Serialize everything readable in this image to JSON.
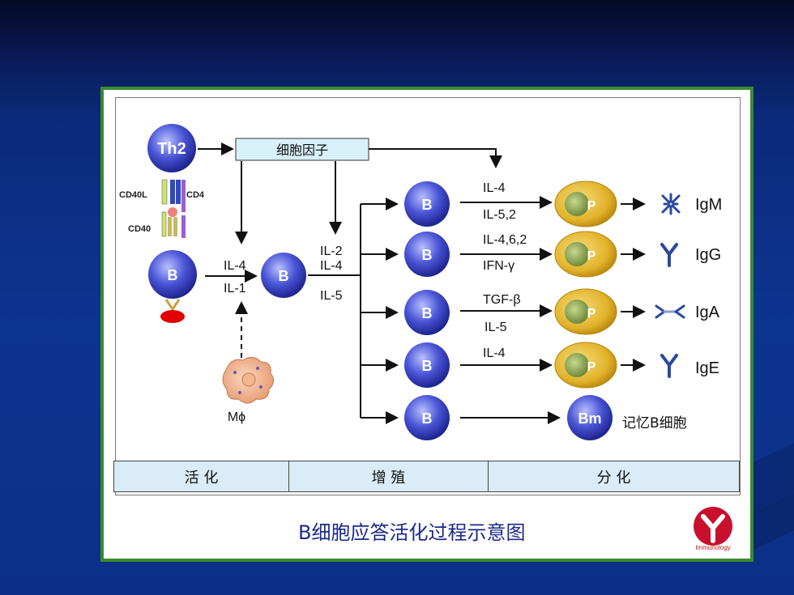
{
  "diagram": {
    "th2_label": "Th2",
    "cytokine_box": "细胞因子",
    "cd40l": "CD40L",
    "cd4": "CD4",
    "cd40": "CD40",
    "b_label": "B",
    "activation_cytokines": [
      "IL-4",
      "IL-1"
    ],
    "proliferation_cytokines": [
      "IL-2",
      "IL-4",
      "IL-5"
    ],
    "macrophage": "Mϕ",
    "plasma_label": "P",
    "branches": [
      {
        "cytokines": [
          "IL-4",
          "IL-5,2"
        ],
        "antibody": "IgM"
      },
      {
        "cytokines": [
          "IL-4,6,2",
          "IFN-γ"
        ],
        "antibody": "IgG"
      },
      {
        "cytokines": [
          "TGF-β",
          "IL-5"
        ],
        "antibody": "IgA"
      },
      {
        "cytokines": [
          "IL-4"
        ],
        "antibody": "IgE"
      }
    ],
    "memory_label": "Bm",
    "memory_text": "记忆B细胞"
  },
  "stages": [
    "活 化",
    "增 殖",
    "分 化"
  ],
  "caption": "B细胞应答活化过程示意图",
  "logo_text": "Immunology",
  "colors": {
    "frame": "#3a8a2e",
    "b_cell": "#3a44c8",
    "plasma": "#e0b020",
    "stage_bg": "#d9ecf7",
    "caption": "#1b2a8a"
  }
}
